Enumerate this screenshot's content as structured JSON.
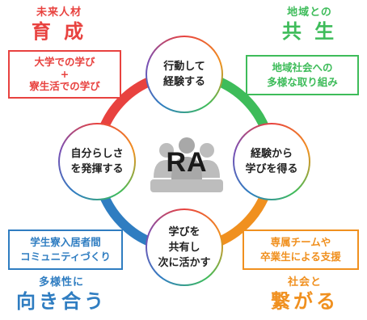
{
  "corners": {
    "top_left": {
      "small": "未来人材",
      "big": "育 成"
    },
    "top_right": {
      "small": "地域との",
      "big": "共 生"
    },
    "bottom_left": {
      "small": "多様性に",
      "big": "向き合う"
    },
    "bottom_right": {
      "small": "社会と",
      "big": "繋がる"
    }
  },
  "boxes": {
    "top_left": {
      "line1": "大学での学び",
      "line2": "+",
      "line3": "寮生活での学び"
    },
    "top_right": {
      "line1": "地域社会への",
      "line2": "多様な取り組み"
    },
    "bottom_left": {
      "line1": "学生寮入居者間",
      "line2": "コミュニティづくり"
    },
    "bottom_right": {
      "line1": "専属チームや",
      "line2": "卒業生による支援"
    }
  },
  "nodes": {
    "top": {
      "line1": "行動して",
      "line2": "経験する"
    },
    "right": {
      "line1": "経験から",
      "line2": "学びを得る"
    },
    "bottom": {
      "line1": "学びを",
      "line2": "共有し",
      "line3": "次に活かす"
    },
    "left": {
      "line1": "自分らしさ",
      "line2": "を発揮する"
    }
  },
  "center": {
    "label": "RA",
    "icon": "people-group-icon"
  },
  "colors": {
    "red": "#e8423f",
    "green": "#3ebc5a",
    "blue": "#2f7dc1",
    "orange": "#f0901f",
    "purple": "#7b4fb3",
    "people": "#bdbdbd"
  }
}
